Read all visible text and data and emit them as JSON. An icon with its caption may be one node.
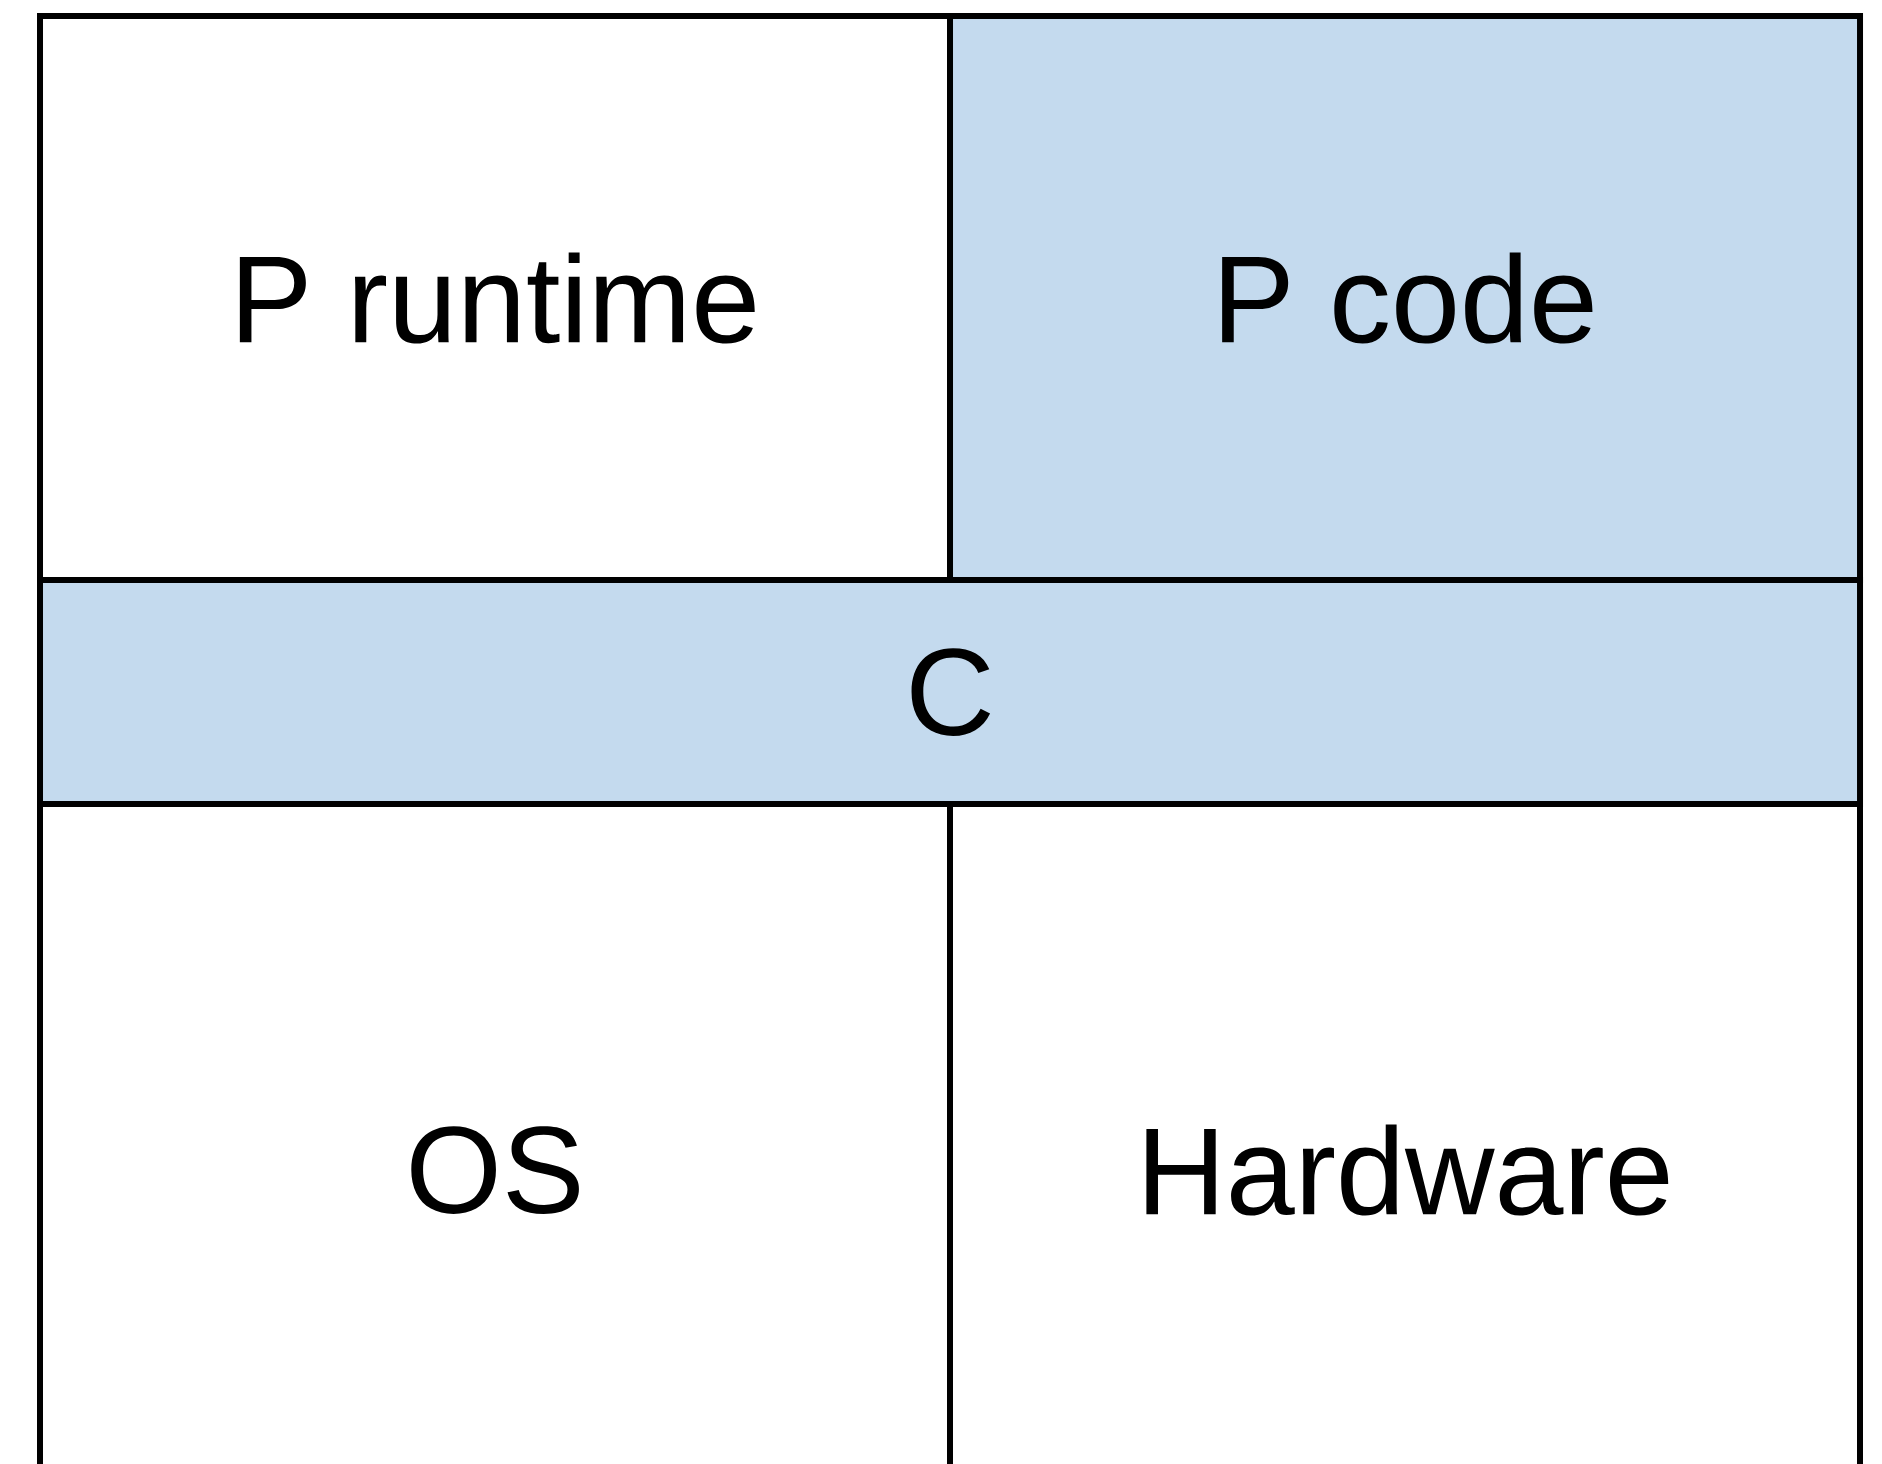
{
  "diagram": {
    "nodes": [
      {
        "text": [
          "P runtime"
        ]
      },
      {
        "text": [
          "P code"
        ]
      },
      {
        "text": [
          "C"
        ]
      },
      {
        "text": [
          "OS"
        ]
      },
      {
        "text": [
          "Hardware"
        ]
      }
    ]
  }
}
